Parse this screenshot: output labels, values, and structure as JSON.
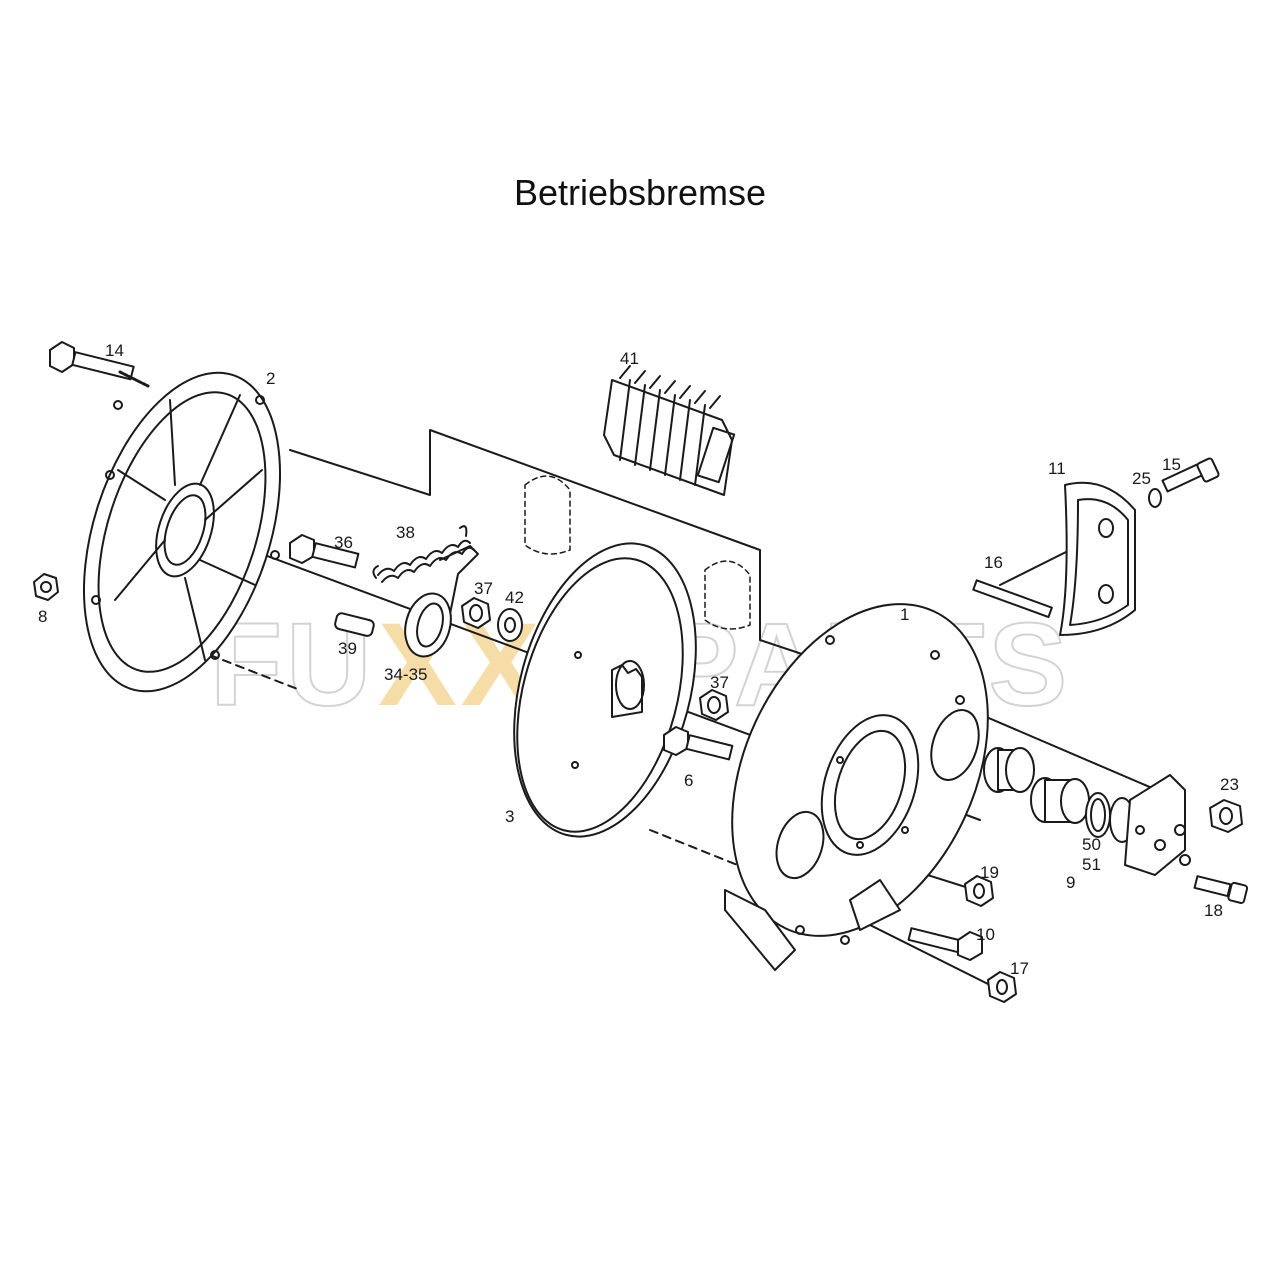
{
  "title": "Betriebsbremse",
  "watermark": {
    "left": "FU",
    "middle": "XX",
    "right": "PARTS",
    "accent_color": "#f0c060",
    "outline_color": "#b0b0b0"
  },
  "callouts": {
    "c14": "14",
    "c2": "2",
    "c8": "8",
    "c36": "36",
    "c38": "38",
    "c37a": "37",
    "c42": "42",
    "c39": "39",
    "c3435": "34-35",
    "c41": "41",
    "c3": "3",
    "c37b": "37",
    "c6": "6",
    "c1": "1",
    "c11": "11",
    "c25": "25",
    "c15": "15",
    "c16": "16",
    "c23": "23",
    "c50": "50",
    "c51": "51",
    "c9": "9",
    "c19": "19",
    "c18": "18",
    "c10": "10",
    "c17": "17"
  }
}
